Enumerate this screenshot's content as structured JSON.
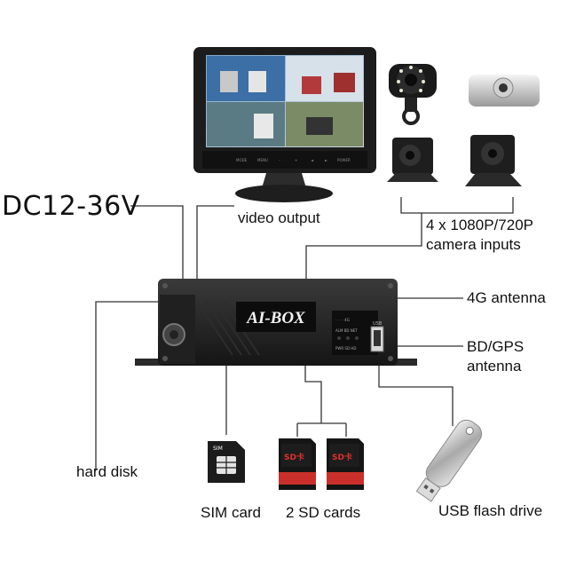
{
  "labels": {
    "power": "DC12-36V",
    "video_output": "video output",
    "camera_inputs_line1": "4 x 1080P/720P",
    "camera_inputs_line2": "camera inputs",
    "antenna_4g": "4G antenna",
    "gps_line1": "BD/GPS",
    "gps_line2": "antenna",
    "hard_disk": "hard disk",
    "sim_card": "SIM card",
    "sd_cards": "2 SD cards",
    "usb_drive": "USB flash drive"
  },
  "device": {
    "brand": "AI-BOX",
    "usb_tag": "USB",
    "led_top": "· · · · 4G",
    "led_row1": "ALM  BD  NET",
    "led_row2": "PWR  SD  HD"
  },
  "monitor": {
    "buttons": [
      "MODE",
      "MENU",
      "–",
      "+",
      "◄",
      "►",
      "POWER"
    ]
  },
  "sim": {
    "tag": "SIM"
  },
  "sd": {
    "tag": "SD卡"
  }
}
